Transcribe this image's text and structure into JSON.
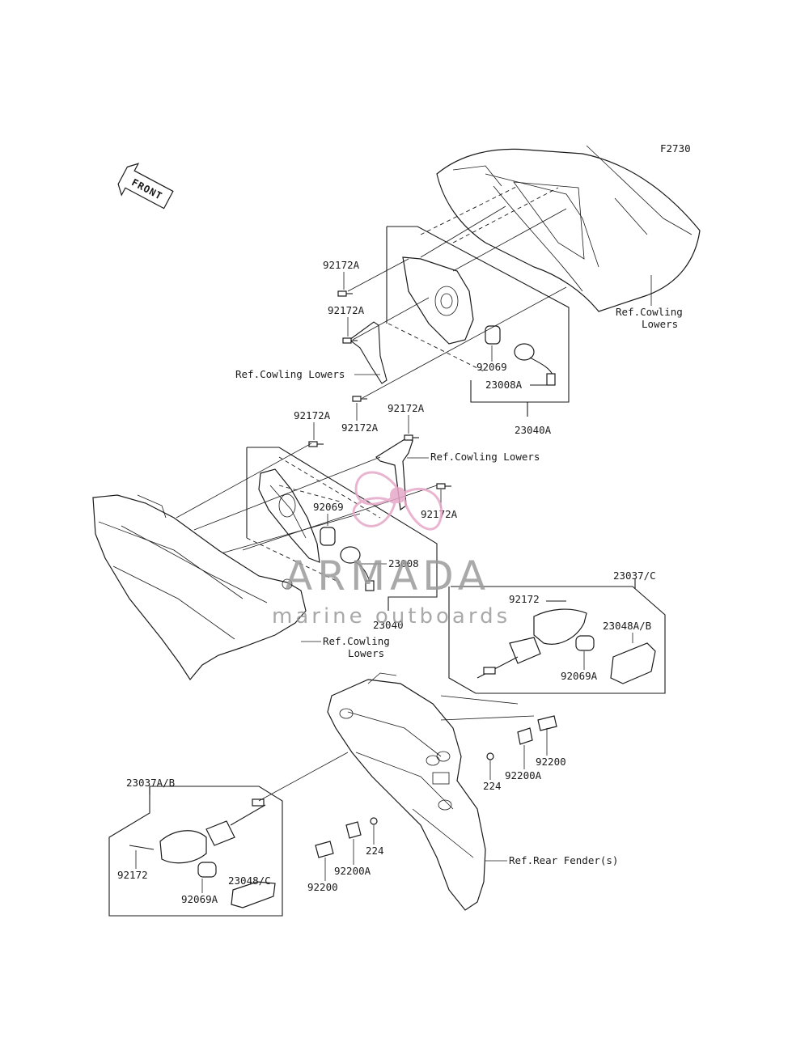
{
  "figure_code": "F2730",
  "front_arrow_label": "FRONT",
  "watermark": {
    "brand": "ARMADA",
    "tagline": "marine outboards",
    "logo_color": "#e6a8c8",
    "text_color": "#9a9a9a"
  },
  "callouts": {
    "bolt_upper_1": "92172A",
    "bolt_upper_2": "92172A",
    "bolt_upper_3": "92172A",
    "ref_cowling_upper_left": "Ref.Cowling Lowers",
    "ref_cowling_upper_right_line1": "Ref.Cowling",
    "ref_cowling_upper_right_line2": "Lowers",
    "bulb_upper": "92069",
    "socket_upper": "23008A",
    "assy_upper": "23040A",
    "bolt_mid_left": "92172A",
    "bolt_mid_top": "92172A",
    "ref_cowling_mid": "Ref.Cowling Lowers",
    "bolt_mid_right": "92172A",
    "bulb_mid": "92069",
    "socket_mid": "23008",
    "assy_mid": "23040",
    "ref_cowling_lower_line1": "Ref.Cowling",
    "ref_cowling_lower_line2": "Lowers",
    "signal_right_assy": "23037/C",
    "screw_right": "92172",
    "lens_right": "23048A/B",
    "bulb_right": "92069A",
    "plate_right_1": "92200",
    "plate_right_2": "92200A",
    "bolt_right_fender": "224",
    "signal_left_assy": "23037A/B",
    "screw_left": "92172",
    "bulb_left": "92069A",
    "lens_left": "23048/C",
    "bolt_left_fender": "224",
    "plate_left_1": "92200A",
    "plate_left_2": "92200",
    "ref_rear_fender": "Ref.Rear Fender(s)"
  }
}
